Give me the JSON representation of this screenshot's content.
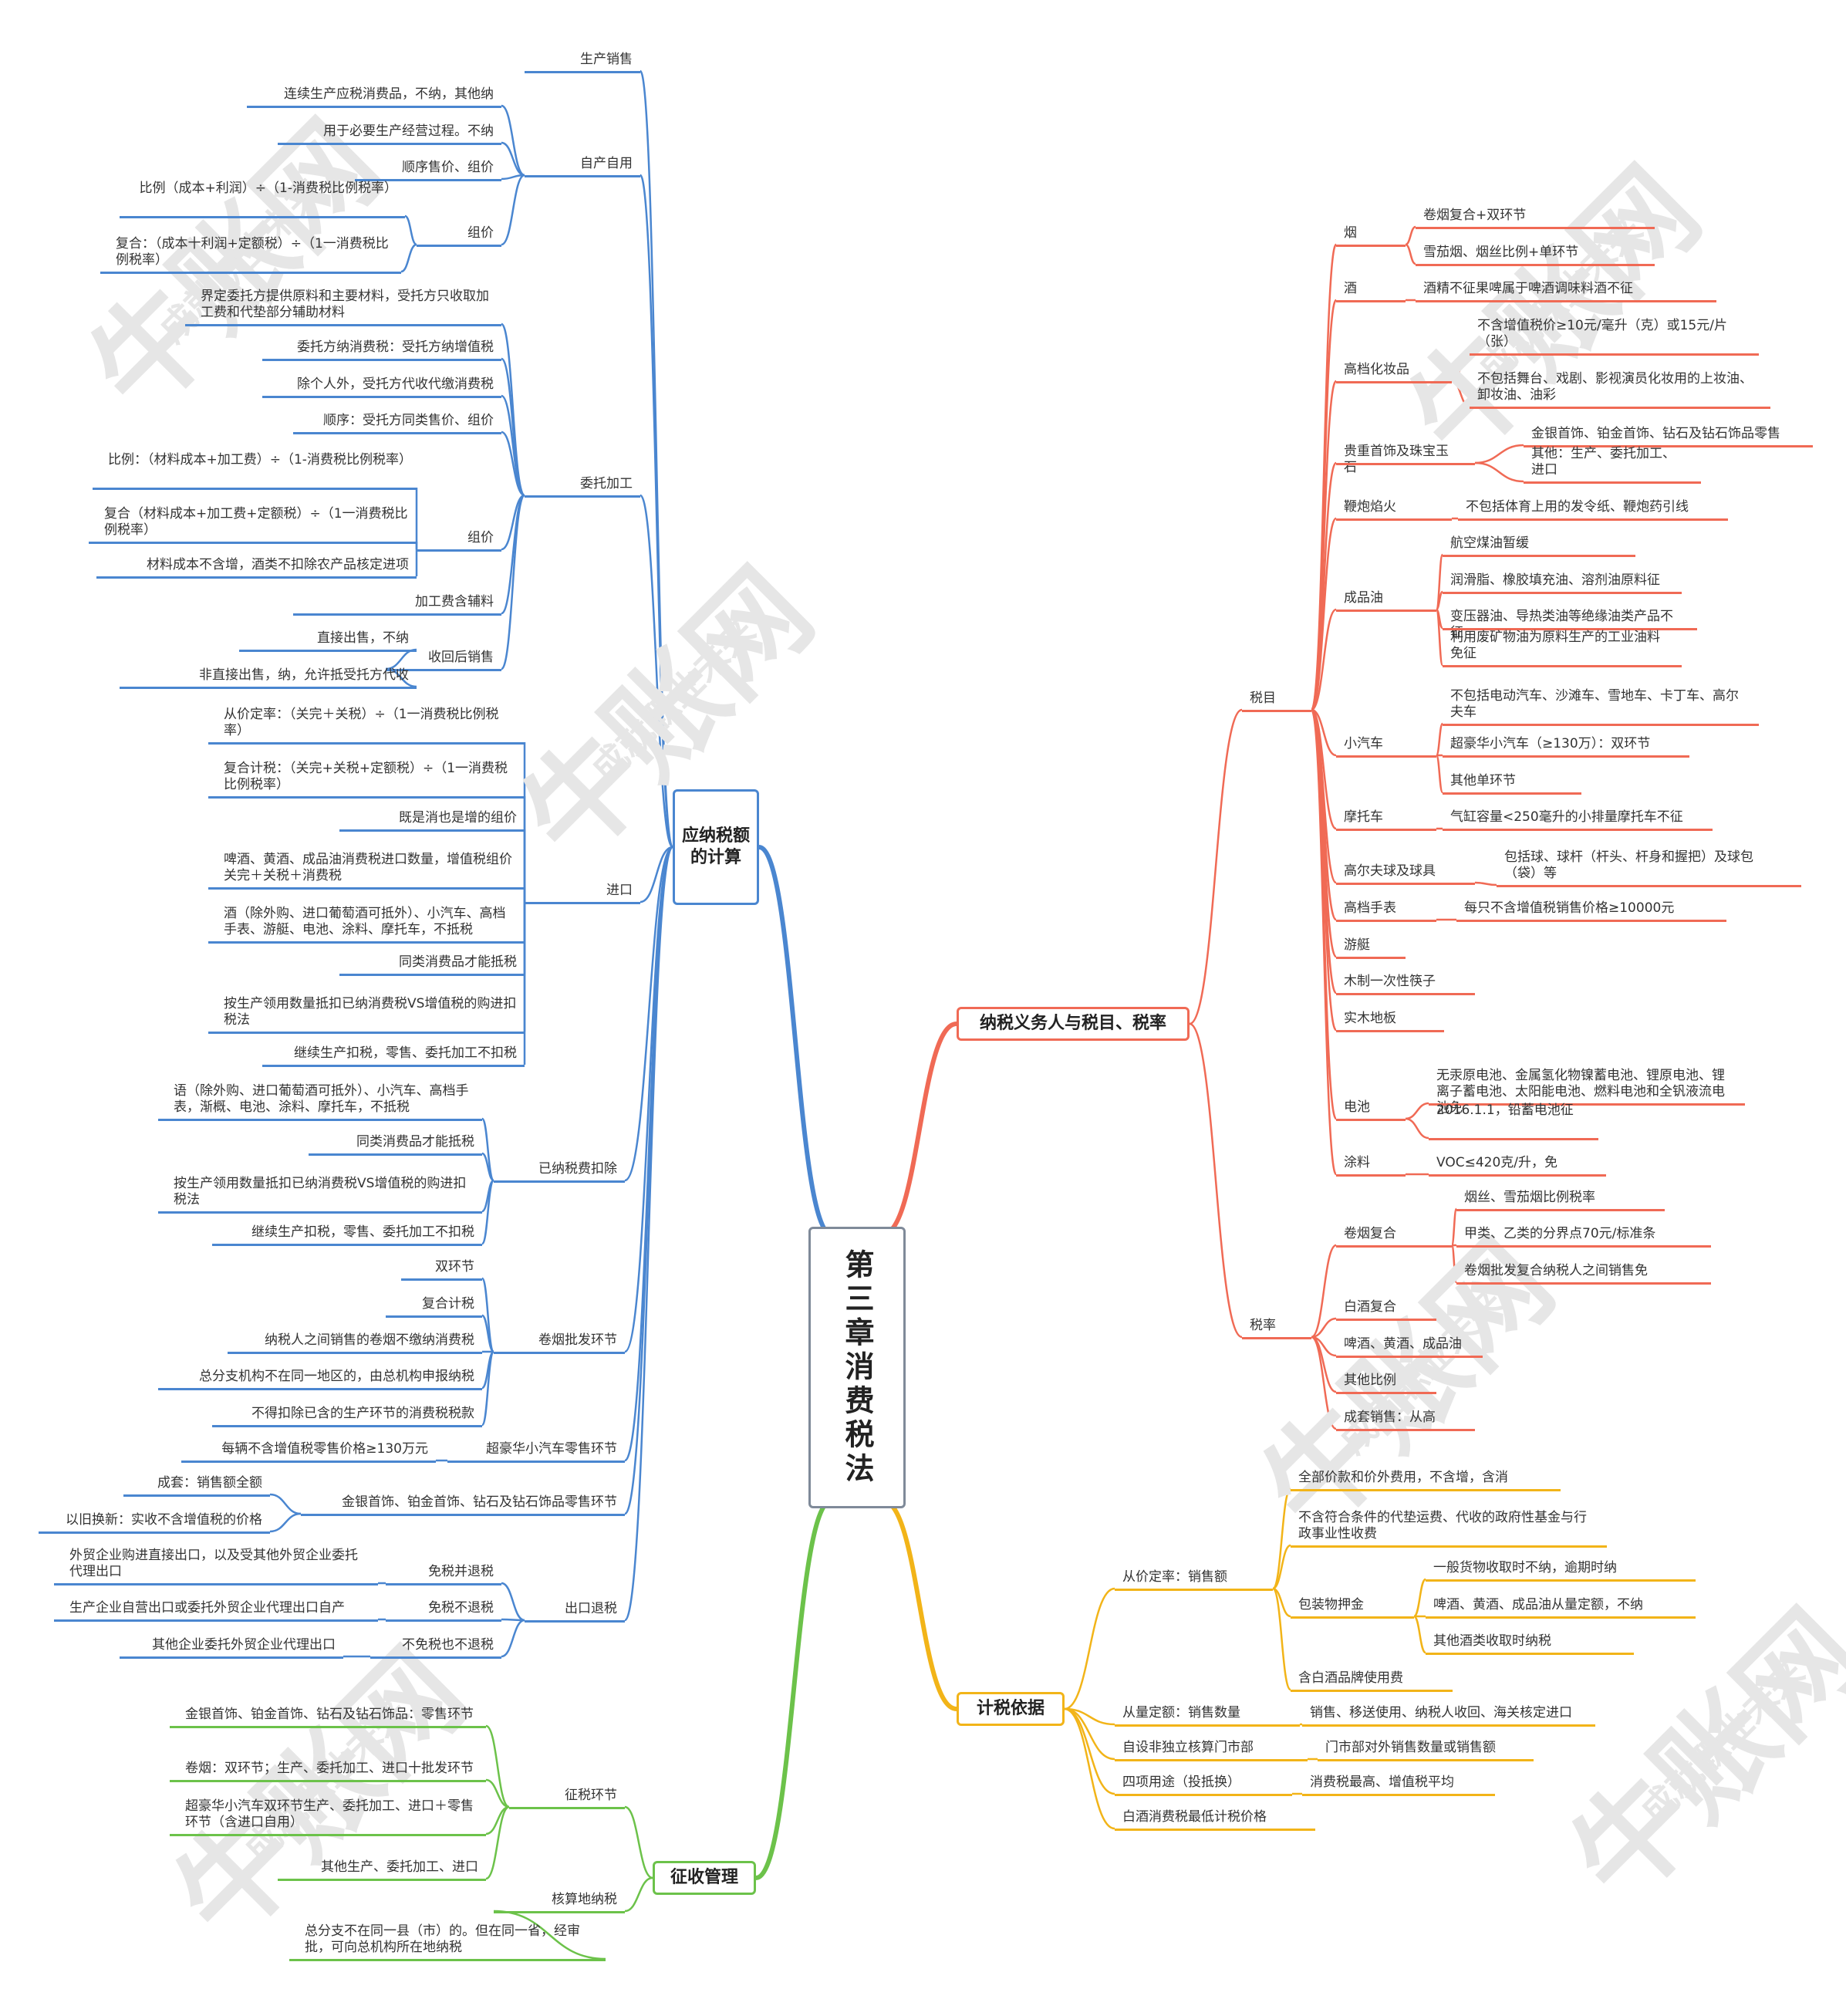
{
  "colors": {
    "root_border": "#7f8a99",
    "blue": "#4a86d0",
    "red": "#f06a55",
    "yellow": "#f2b418",
    "green": "#6cc24a"
  },
  "watermark": {
    "brand": "牛账网",
    "slogan": "成就职业未来"
  },
  "root": "第三章消费税法",
  "left": [
    {
      "label": "应纳税额的计算",
      "children": [
        {
          "label": "生产销售"
        },
        {
          "label": "自产自用",
          "children": [
            {
              "label": "连续生产应税消费品，不纳，其他纳"
            },
            {
              "label": "用于必要生产经营过程。不纳"
            },
            {
              "label": "顺序售价、组价"
            },
            {
              "label": "组价",
              "children": [
                {
                  "label": "比例（成本+利润）÷（1-消费税比例税率）"
                },
                {
                  "label": "复合：（成本十利润+定额税）÷（1一消费税比例税率）"
                }
              ]
            }
          ]
        },
        {
          "label": "委托加工",
          "children": [
            {
              "label": "界定委托方提供原料和主要材料，受托方只收取加工费和代垫部分辅助材料"
            },
            {
              "label": "委托方纳消费税：受托方纳增值税"
            },
            {
              "label": "除个人外，受托方代收代缴消费税"
            },
            {
              "label": "顺序：受托方同类售价、组价"
            },
            {
              "label": "组价",
              "children": [
                {
                  "label": "比例：（材料成本+加工费）÷（1-消费税比例税率）"
                },
                {
                  "label": "复合（材料成本+加工费+定额税）÷（1一消费税比例税率）"
                },
                {
                  "label": "材料成本不含增，酒类不扣除农产品核定进项"
                }
              ]
            },
            {
              "label": "加工费含辅料"
            },
            {
              "label": "收回后销售",
              "children": [
                {
                  "label": "直接出售，不纳"
                },
                {
                  "label": "非直接出售，纳，允许抵受托方代收"
                }
              ]
            }
          ]
        },
        {
          "label": "进口",
          "children": [
            {
              "label": "从价定率：（关完＋关税）÷（1一消费税比例税率）"
            },
            {
              "label": "复合计税：（关完+关税+定额税）÷（1一消费税比例税率）"
            },
            {
              "label": "既是消也是增的组价"
            },
            {
              "label": "啤酒、黄酒、成品油消费税进口数量，增值税组价关完＋关税＋消费税"
            },
            {
              "label": "酒（除外购、进口葡萄酒可抵外）、小汽车、高档手表、游艇、电池、涂料、摩托车，不抵税"
            },
            {
              "label": "同类消费品才能抵税"
            },
            {
              "label": "按生产领用数量抵扣已纳消费税VS增值税的购进扣税法"
            },
            {
              "label": "继续生产扣税，零售、委托加工不扣税"
            }
          ]
        },
        {
          "label": "已纳税费扣除",
          "children": [
            {
              "label": "语（除外购、进口葡萄酒可抵外）、小汽车、高档手表，渐概、电池、涂料、摩托车，不抵税"
            },
            {
              "label": "同类消费品才能抵税"
            },
            {
              "label": "按生产领用数量抵扣已纳消费税VS增值税的购进扣税法"
            },
            {
              "label": "继续生产扣税，零售、委托加工不扣税"
            }
          ]
        },
        {
          "label": "卷烟批发环节",
          "children": [
            {
              "label": "双环节"
            },
            {
              "label": "复合计税"
            },
            {
              "label": "纳税人之间销售的卷烟不缴纳消费税"
            },
            {
              "label": "总分支机构不在同一地区的，由总机构申报纳税"
            },
            {
              "label": "不得扣除已含的生产环节的消费税税款"
            }
          ]
        },
        {
          "label": "超豪华小汽车零售环节",
          "children": [
            {
              "label": "每辆不含增值税零售价格≥130万元"
            }
          ]
        },
        {
          "label": "金银首饰、铂金首饰、钻石及钻石饰品零售环节",
          "children": [
            {
              "label": "成套：销售额全额"
            },
            {
              "label": "以旧换新：实收不含增值税的价格"
            }
          ]
        },
        {
          "label": "出口退税",
          "children": [
            {
              "label": "免税并退税",
              "children": [
                {
                  "label": "外贸企业购进直接出口，以及受其他外贸企业委托代理出口"
                }
              ]
            },
            {
              "label": "免税不退税",
              "children": [
                {
                  "label": "生产企业自营出口或委托外贸企业代理出口自产"
                }
              ]
            },
            {
              "label": "不免税也不退税",
              "children": [
                {
                  "label": "其他企业委托外贸企业代理出口"
                }
              ]
            }
          ]
        }
      ]
    },
    {
      "label": "征收管理",
      "children": [
        {
          "label": "征税环节",
          "children": [
            {
              "label": "金银首饰、铂金首饰、钻石及钻石饰品：零售环节"
            },
            {
              "label": "卷烟：双环节；生产、委托加工、进口十批发环节"
            },
            {
              "label": "超豪华小汽车双环节生产、委托加工、进口＋零售环节（含进口自用）"
            },
            {
              "label": "其他生产、委托加工、进口"
            }
          ]
        },
        {
          "label": "核算地纳税",
          "children": [
            {
              "label": "总分支不在同一县（市）的。但在同一省，经审批，可向总机构所在地纳税"
            }
          ]
        }
      ]
    }
  ],
  "right": [
    {
      "label": "纳税义务人与税目、税率",
      "children": [
        {
          "label": "税目",
          "children": [
            {
              "label": "烟",
              "children": [
                {
                  "label": "卷烟复合+双环节"
                },
                {
                  "label": "雪茄烟、烟丝比例+单环节"
                }
              ]
            },
            {
              "label": "酒",
              "children": [
                {
                  "label": "酒精不征果啤属于啤酒调味料酒不征"
                }
              ]
            },
            {
              "label": "高档化妆品",
              "children": [
                {
                  "label": "不含增值税价≥10元/毫升（克）或15元/片（张）"
                },
                {
                  "label": "不包括舞台、戏剧、影视演员化妆用的上妆油、卸妆油、油彩"
                }
              ]
            },
            {
              "label": "贵重首饰及珠宝玉石",
              "children": [
                {
                  "label": "金银首饰、铂金首饰、钻石及钻石饰品零售"
                },
                {
                  "label": "其他：生产、委托加工、进口"
                }
              ]
            },
            {
              "label": "鞭炮焰火",
              "children": [
                {
                  "label": "不包括体育上用的发令纸、鞭炮药引线"
                }
              ]
            },
            {
              "label": "成品油",
              "children": [
                {
                  "label": "航空煤油暂缓"
                },
                {
                  "label": "润滑脂、橡胶填充油、溶剂油原料征"
                },
                {
                  "label": "变压器油、导热类油等绝缘油类产品不征"
                },
                {
                  "label": "利用废矿物油为原料生产的工业油料免征"
                }
              ]
            },
            {
              "label": "小汽车",
              "children": [
                {
                  "label": "不包括电动汽车、沙滩车、雪地车、卡丁车、高尔夫车"
                },
                {
                  "label": "超豪华小汽车（≥130万）：双环节"
                },
                {
                  "label": "其他单环节"
                }
              ]
            },
            {
              "label": "摩托车",
              "children": [
                {
                  "label": "气缸容量<250毫升的小排量摩托车不征"
                }
              ]
            },
            {
              "label": "高尔夫球及球具",
              "children": [
                {
                  "label": "包括球、球杆（杆头、杆身和握把）及球包（袋）等"
                }
              ]
            },
            {
              "label": "高档手表",
              "children": [
                {
                  "label": "每只不含增值税销售价格≥10000元"
                }
              ]
            },
            {
              "label": "游艇"
            },
            {
              "label": "木制一次性筷子"
            },
            {
              "label": "实木地板"
            },
            {
              "label": "电池",
              "children": [
                {
                  "label": "无汞原电池、金属氢化物镍蓄电池、锂原电池、锂离子蓄电池、太阳能电池、燃料电池和全钒液流电池免"
                },
                {
                  "label": "2016.1.1，铅蓄电池征"
                }
              ]
            },
            {
              "label": "涂料",
              "children": [
                {
                  "label": "VOC≤420克/升，免"
                }
              ]
            }
          ]
        },
        {
          "label": "税率",
          "children": [
            {
              "label": "卷烟复合",
              "children": [
                {
                  "label": "烟丝、雪茄烟比例税率"
                },
                {
                  "label": "甲类、乙类的分界点70元/标准条"
                },
                {
                  "label": "卷烟批发复合纳税人之间销售免"
                }
              ]
            },
            {
              "label": "白酒复合"
            },
            {
              "label": "啤酒、黄酒、成品油"
            },
            {
              "label": "其他比例"
            },
            {
              "label": "成套销售：从高"
            }
          ]
        }
      ]
    },
    {
      "label": "计税依据",
      "children": [
        {
          "label": "从价定率：销售额",
          "children": [
            {
              "label": "全部价款和价外费用，不含增，含消"
            },
            {
              "label": "不含符合条件的代垫运费、代收的政府性基金与行政事业性收费"
            },
            {
              "label": "包装物押金",
              "children": [
                {
                  "label": "一般货物收取时不纳，逾期时纳"
                },
                {
                  "label": "啤酒、黄酒、成品油从量定额，不纳"
                },
                {
                  "label": "其他酒类收取时纳税"
                }
              ]
            },
            {
              "label": "含白酒品牌使用费"
            }
          ]
        },
        {
          "label": "从量定额：销售数量",
          "children": [
            {
              "label": "销售、移送使用、纳税人收回、海关核定进口"
            }
          ]
        },
        {
          "label": "自设非独立核算门市部",
          "children": [
            {
              "label": "门市部对外销售数量或销售额"
            }
          ]
        },
        {
          "label": "四项用途（投抵换）",
          "children": [
            {
              "label": "消费税最高、增值税平均"
            }
          ]
        },
        {
          "label": "白酒消费税最低计税价格"
        }
      ]
    }
  ]
}
